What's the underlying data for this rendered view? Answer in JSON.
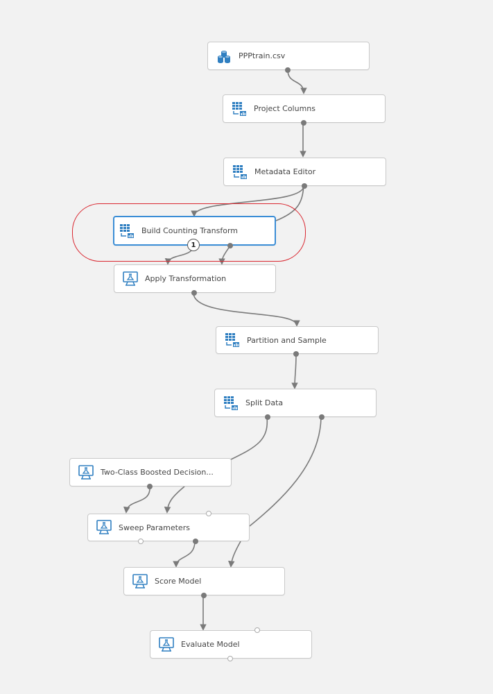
{
  "diagram": {
    "nodes": [
      {
        "id": "ppptrain",
        "label": "PPPtrain.csv",
        "icon": "dataset-icon"
      },
      {
        "id": "project-columns",
        "label": "Project Columns",
        "icon": "data-transform-icon"
      },
      {
        "id": "metadata-editor",
        "label": "Metadata Editor",
        "icon": "data-transform-icon"
      },
      {
        "id": "build-counting-transform",
        "label": "Build Counting Transform",
        "icon": "data-transform-icon",
        "selected": true
      },
      {
        "id": "apply-transformation",
        "label": "Apply Transformation",
        "icon": "machine-learning-icon"
      },
      {
        "id": "partition-and-sample",
        "label": "Partition and Sample",
        "icon": "data-transform-icon"
      },
      {
        "id": "split-data",
        "label": "Split Data",
        "icon": "data-transform-icon"
      },
      {
        "id": "two-class-boosted",
        "label": "Two-Class Boosted Decision...",
        "icon": "machine-learning-icon"
      },
      {
        "id": "sweep-parameters",
        "label": "Sweep Parameters",
        "icon": "machine-learning-icon"
      },
      {
        "id": "score-model",
        "label": "Score Model",
        "icon": "machine-learning-icon"
      },
      {
        "id": "evaluate-model",
        "label": "Evaluate Model",
        "icon": "machine-learning-icon"
      }
    ],
    "badge": {
      "text": "1"
    },
    "colors": {
      "background": "#f2f2f2",
      "node_border": "#c9c9c9",
      "selected_border": "#3a8dd6",
      "edge": "#7a7a7a",
      "highlight": "#d9262f",
      "icon": "#2f7fc1"
    }
  }
}
